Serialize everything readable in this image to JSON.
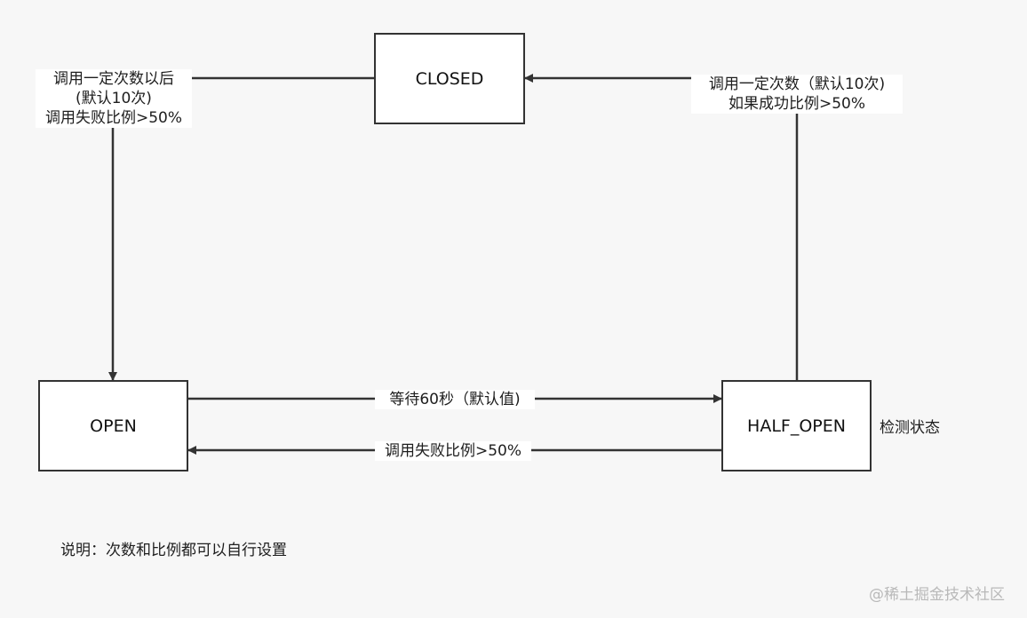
{
  "nodes": {
    "closed": "CLOSED",
    "open": "OPEN",
    "half_open": "HALF_OPEN"
  },
  "edges": {
    "closed_to_open": {
      "line1": "调用一定次数以后",
      "line2": "(默认10次)",
      "line3": "调用失败比例>50%"
    },
    "half_open_to_closed": {
      "line1": "调用一定次数（默认10次)",
      "line2": "如果成功比例>50%"
    },
    "open_to_half_open": "等待60秒（默认值)",
    "half_open_to_open": "调用失败比例>50%"
  },
  "annotations": {
    "half_open_note": "检测状态",
    "footnote": "说明：次数和比例都可以自行设置",
    "watermark": "@稀土掘金技术社区"
  },
  "colors": {
    "line": "#333333",
    "box_border": "#333333",
    "background": "#f7f7f7"
  }
}
